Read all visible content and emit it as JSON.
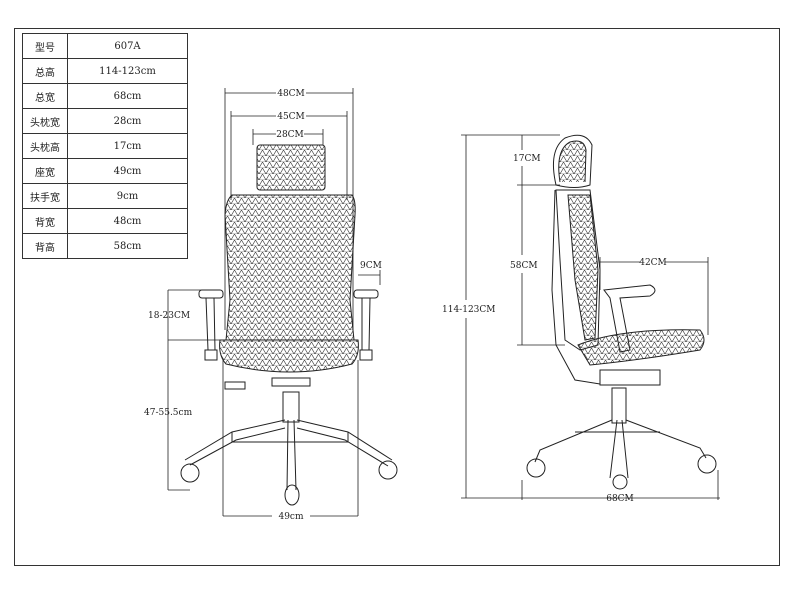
{
  "spec_table": [
    {
      "label": "型号",
      "value": "607A"
    },
    {
      "label": "总高",
      "value": "114-123cm"
    },
    {
      "label": "总宽",
      "value": "68cm"
    },
    {
      "label": "头枕宽",
      "value": "28cm"
    },
    {
      "label": "头枕高",
      "value": "17cm"
    },
    {
      "label": "座宽",
      "value": "49cm"
    },
    {
      "label": "扶手宽",
      "value": "9cm"
    },
    {
      "label": "背宽",
      "value": "48cm"
    },
    {
      "label": "背高",
      "value": "58cm"
    }
  ],
  "front_view": {
    "back_width_outer": "48CM",
    "back_width_inner": "45CM",
    "headrest_width": "28CM",
    "armrest_width": "9CM",
    "armrest_height": "18-23CM",
    "seat_height": "47-55.5cm",
    "seat_width": "49cm"
  },
  "side_view": {
    "headrest_height": "17CM",
    "back_height": "58CM",
    "total_height": "114-123CM",
    "seat_depth": "42CM",
    "total_width": "68CM"
  }
}
